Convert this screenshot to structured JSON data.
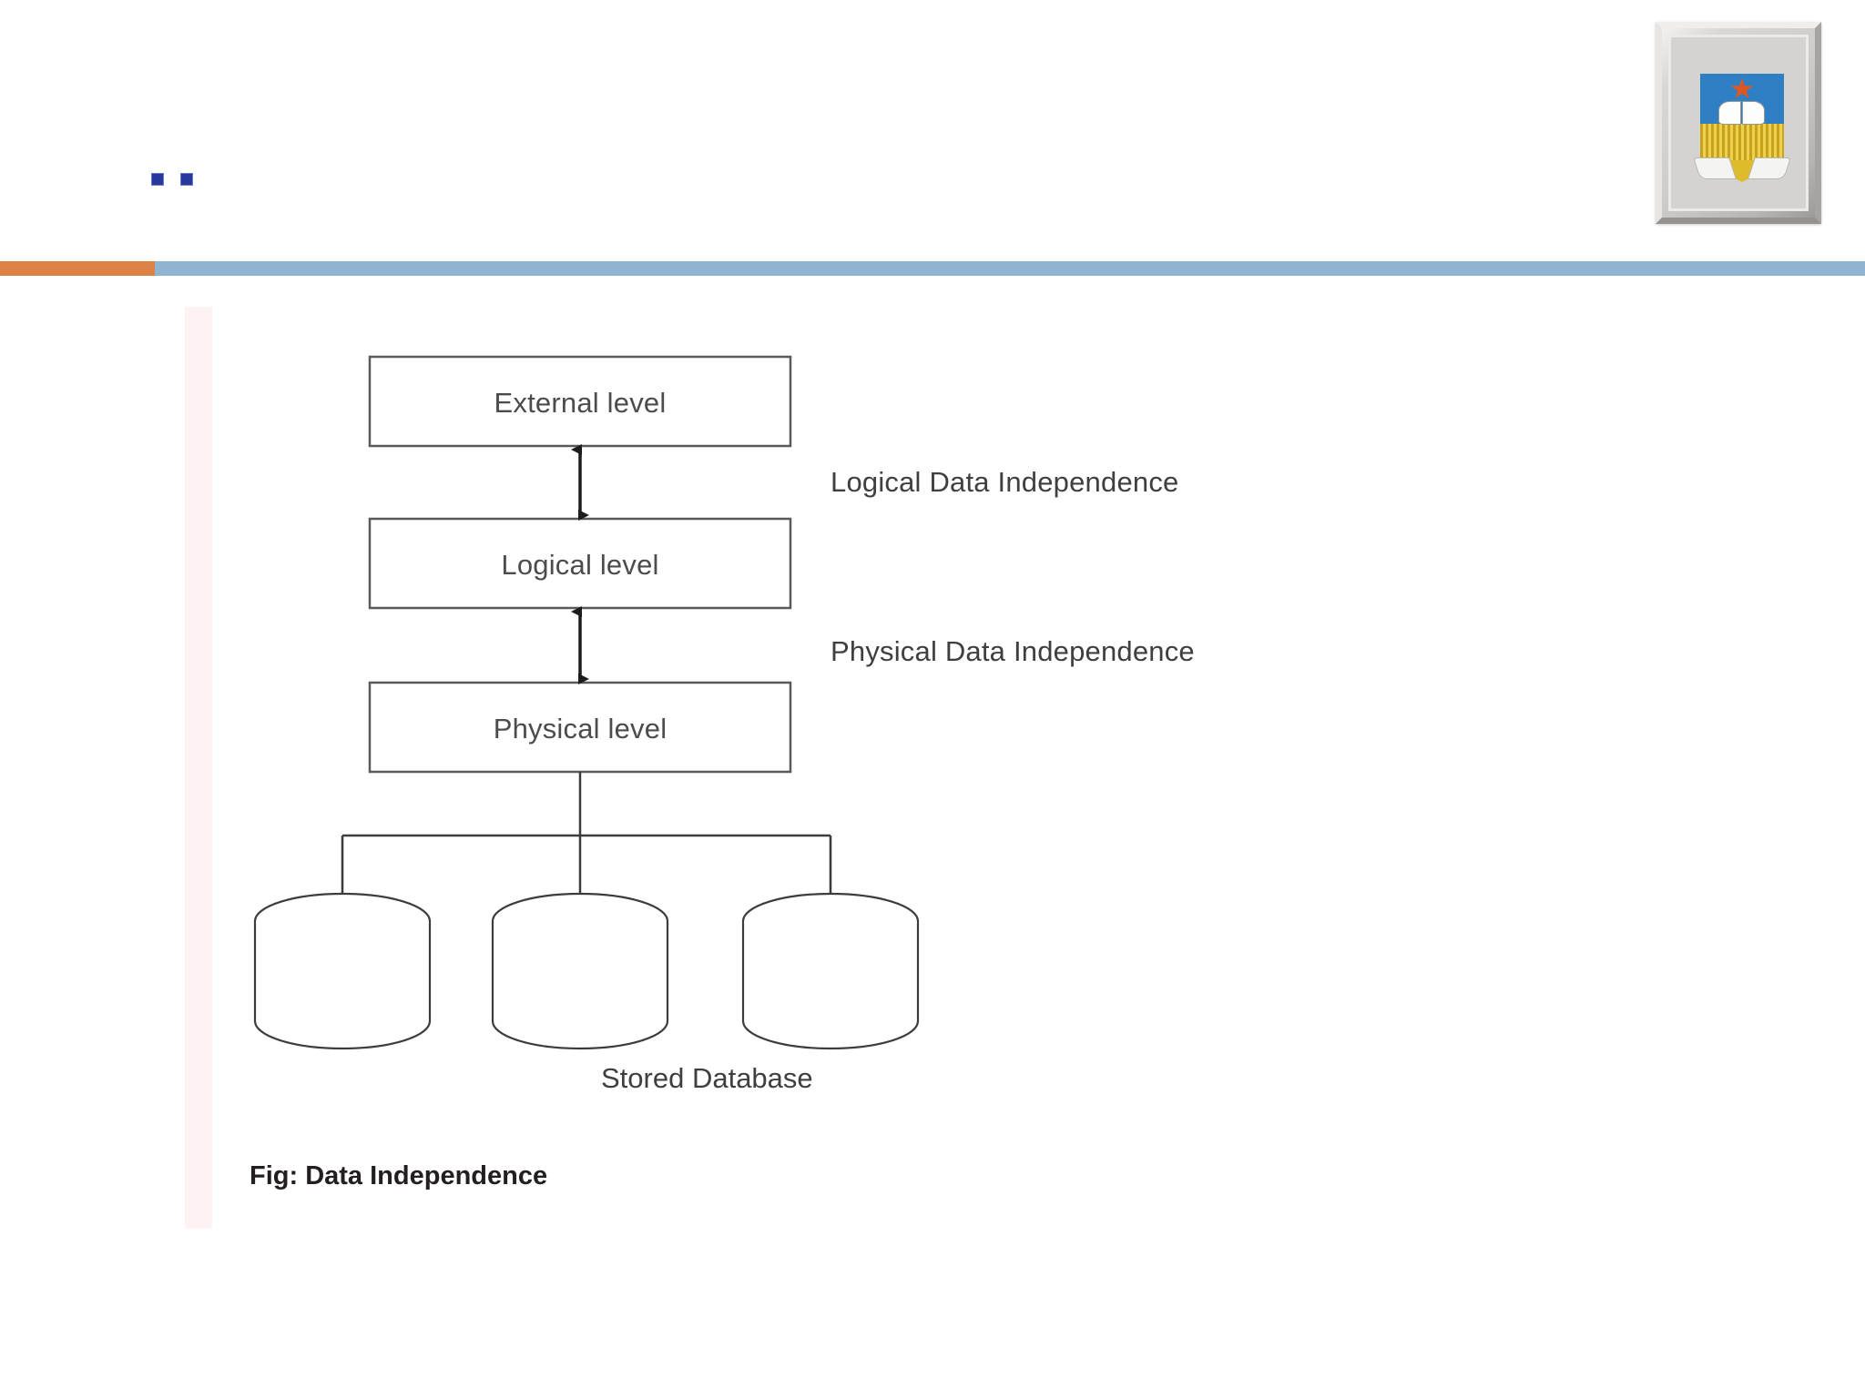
{
  "slide": {
    "background_color": "#ffffff",
    "title_bullets": [
      "",
      ""
    ],
    "divider": {
      "orange_color": "#dd8247",
      "blue_color": "#8fb4d0"
    },
    "accent_stripe_color": "#fdf3f3"
  },
  "logo": {
    "name": "university-crest",
    "frame_color": "#cfcdc9",
    "shield_sky_color": "#2f7fc4",
    "shield_field_color": "#ddbb2a",
    "star_color": "#e0561f",
    "book_color": "#fdfdfb",
    "ribbon_color": "#f4f4f2"
  },
  "diagram": {
    "type": "diagram",
    "caption": "Fig: Data Independence",
    "stored_database_label": "Stored Database",
    "boxes": [
      {
        "id": "external",
        "label": "External level"
      },
      {
        "id": "logical",
        "label": "Logical level"
      },
      {
        "id": "physical",
        "label": "Physical level"
      }
    ],
    "arrow_labels": [
      {
        "id": "logical-independence",
        "label": "Logical Data Independence"
      },
      {
        "id": "physical-independence",
        "label": "Physical Data Independence"
      }
    ],
    "cylinders": [
      {
        "id": "db-1"
      },
      {
        "id": "db-2"
      },
      {
        "id": "db-3"
      }
    ],
    "line_color": "#3c3c3c",
    "box_border_color": "#5a5a5a",
    "text_color": "#4c4c4c"
  }
}
